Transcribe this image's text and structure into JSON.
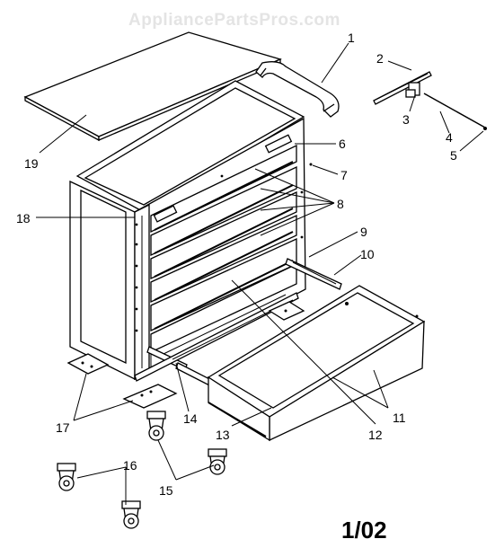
{
  "watermark": "AppliancePartsPros.com",
  "diagram_code": "1/02",
  "callouts": [
    {
      "id": "c1",
      "text": "1"
    },
    {
      "id": "c2",
      "text": "2"
    },
    {
      "id": "c3",
      "text": "3"
    },
    {
      "id": "c4",
      "text": "4"
    },
    {
      "id": "c5",
      "text": "5"
    },
    {
      "id": "c6",
      "text": "6"
    },
    {
      "id": "c7",
      "text": "7"
    },
    {
      "id": "c8",
      "text": "8"
    },
    {
      "id": "c9",
      "text": "9"
    },
    {
      "id": "c10",
      "text": "10"
    },
    {
      "id": "c11",
      "text": "11"
    },
    {
      "id": "c12",
      "text": "12"
    },
    {
      "id": "c13",
      "text": "13"
    },
    {
      "id": "c14",
      "text": "14"
    },
    {
      "id": "c15",
      "text": "15"
    },
    {
      "id": "c16",
      "text": "16"
    },
    {
      "id": "c17",
      "text": "17"
    },
    {
      "id": "c18",
      "text": "18"
    },
    {
      "id": "c19",
      "text": "19"
    }
  ]
}
